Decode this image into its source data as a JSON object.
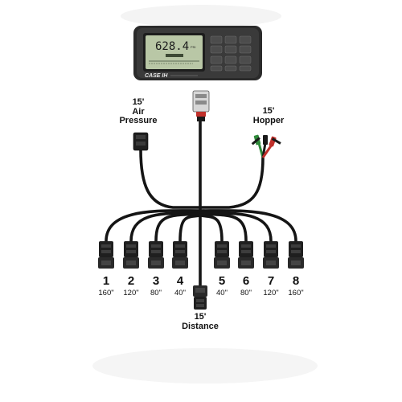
{
  "monitor": {
    "screen_value": "628.4",
    "screen_unit": "PSI",
    "brand": "CASE IH"
  },
  "callouts": {
    "air_pressure": {
      "length": "15'",
      "name_line1": "Air",
      "name_line2": "Pressure"
    },
    "hopper": {
      "length": "15'",
      "name": "Hopper"
    },
    "distance": {
      "length": "15'",
      "name": "Distance"
    }
  },
  "sensors": [
    {
      "number": "1",
      "width": "160\""
    },
    {
      "number": "2",
      "width": "120\""
    },
    {
      "number": "3",
      "width": "80\""
    },
    {
      "number": "4",
      "width": "40\""
    },
    {
      "number": "5",
      "width": "40\""
    },
    {
      "number": "6",
      "width": "80\""
    },
    {
      "number": "7",
      "width": "120\""
    },
    {
      "number": "8",
      "width": "160\""
    }
  ],
  "colors": {
    "cable": "#151515",
    "monitor_bezel": "#2b2b2b",
    "lcd": "#b9c7a6",
    "wire_green": "#2f8a3a",
    "wire_red": "#c0302b"
  }
}
